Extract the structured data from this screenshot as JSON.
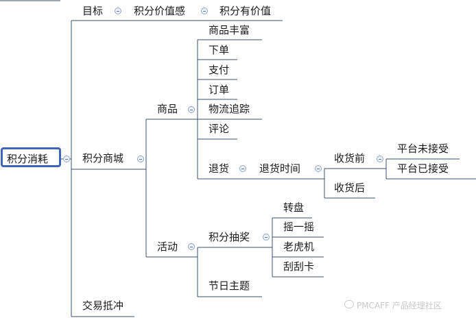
{
  "mindmap": {
    "root": "积分消耗",
    "goal": {
      "label": "目标",
      "child": "积分价值感",
      "grandchild": "积分有价值"
    },
    "mall": {
      "label": "积分商城",
      "goods": {
        "label": "商品",
        "items": [
          "商品丰富",
          "下单",
          "支付",
          "订单",
          "物流追踪",
          "评论"
        ],
        "returns": {
          "label": "退货",
          "time": "退货时间",
          "before": {
            "label": "收货前",
            "items": [
              "平台未接受",
              "平台已接受"
            ]
          },
          "after": "收货后"
        }
      },
      "activity": {
        "label": "活动",
        "lottery": {
          "label": "积分抽奖",
          "items": [
            "转盘",
            "摇一摇",
            "老虎机",
            "刮刮卡"
          ]
        },
        "festival": "节日主题"
      }
    },
    "exchange": "交易抵冲"
  },
  "watermark": "PMCAFF 产品经理社区",
  "colors": {
    "line": "#3d4f6e",
    "root_border": "#3e66b8"
  }
}
